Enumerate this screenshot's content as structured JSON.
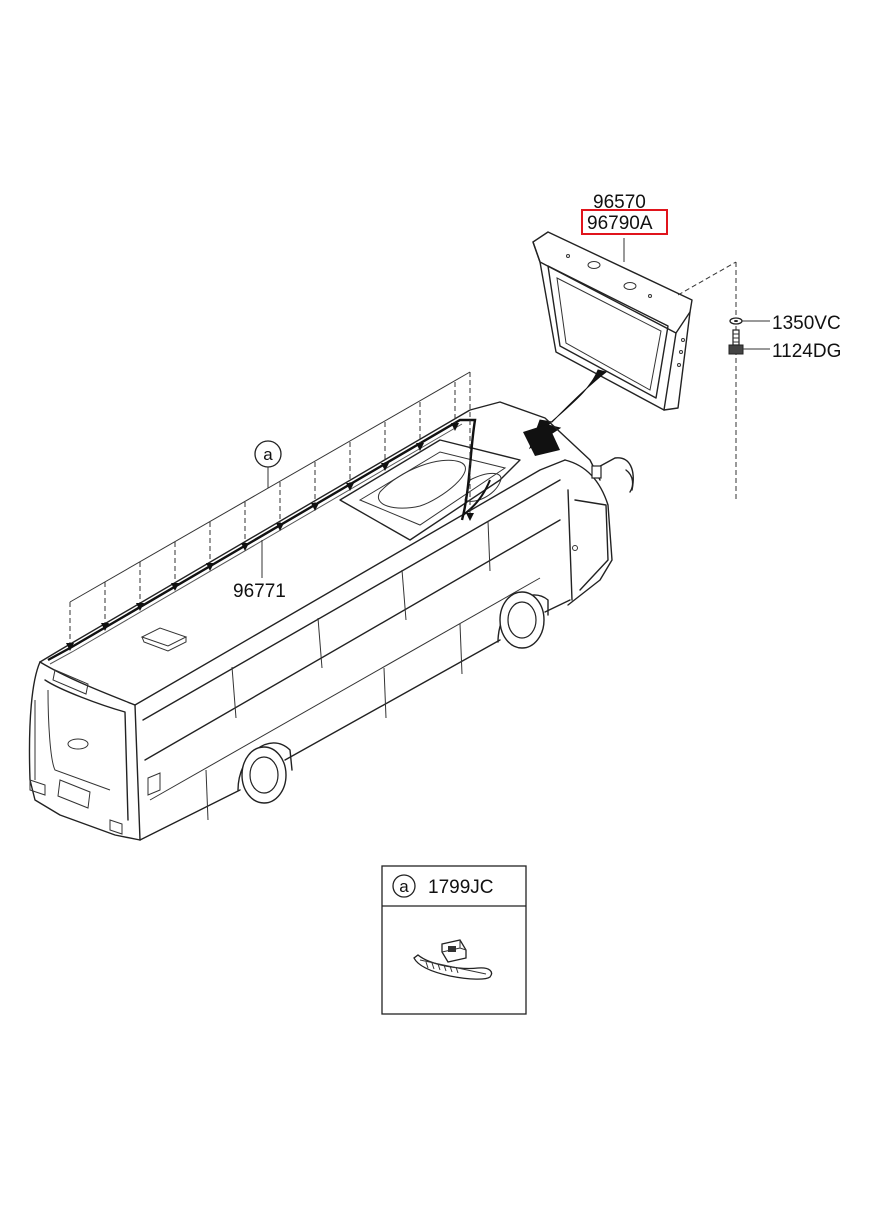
{
  "parts": {
    "monitor": "96570",
    "monitor_highlighted": "96790A",
    "washer": "1350VC",
    "bolt": "1124DG",
    "harness": "96771"
  },
  "callout": {
    "marker": "a",
    "detail_part": "1799JC"
  },
  "colors": {
    "highlight": "#e0141c",
    "line": "#222222"
  }
}
